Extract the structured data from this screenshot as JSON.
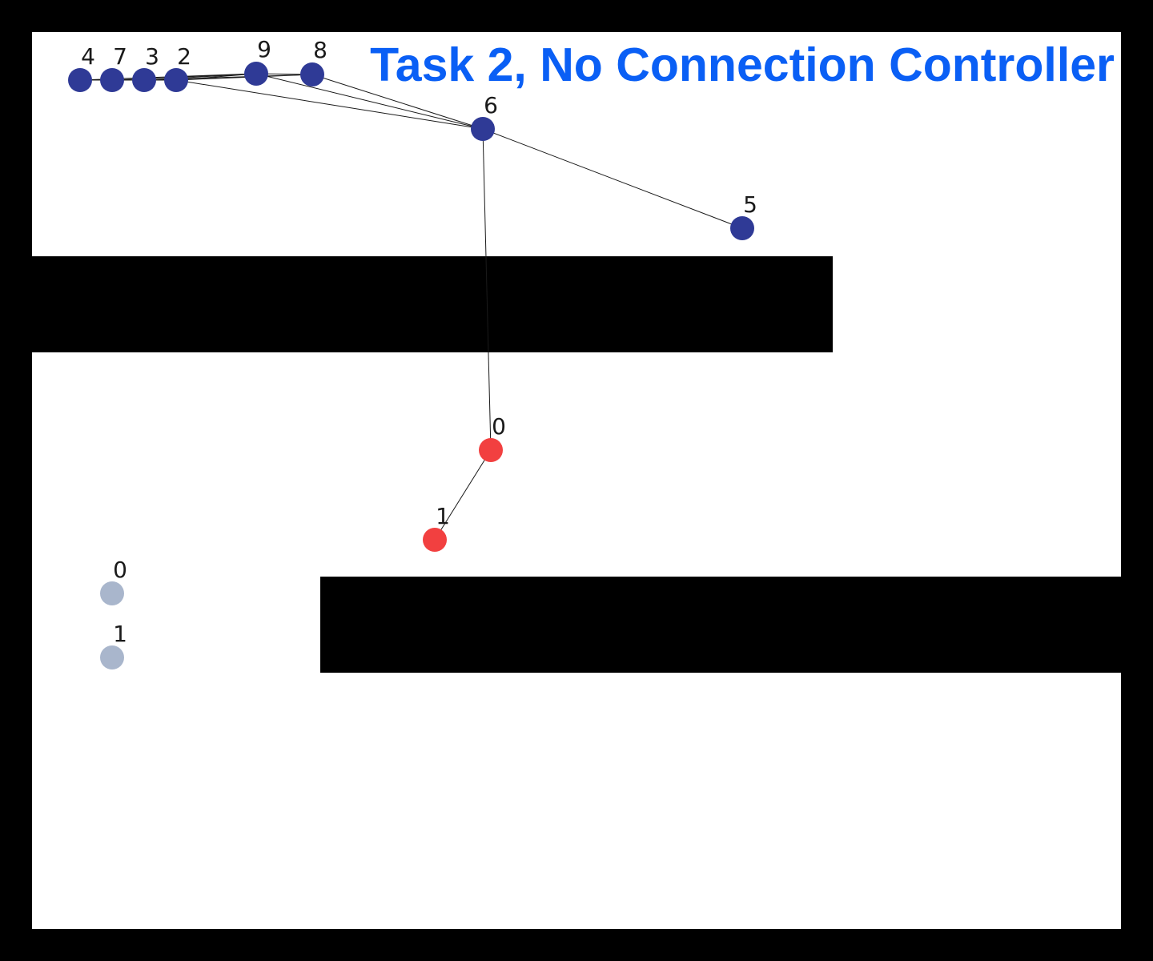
{
  "title": "Task 2, No Connection Controller",
  "colors": {
    "title": "#0a5ff5",
    "background": "#000000",
    "field": "#ffffff",
    "obstacle": "#000000",
    "robot": "#2f3a96",
    "leader": "#f24040",
    "goal": "#a9b6cc",
    "edge": "#1a1a1a"
  },
  "robots": [
    {
      "id": "r2",
      "label": "2"
    },
    {
      "id": "r3",
      "label": "3"
    },
    {
      "id": "r4",
      "label": "4"
    },
    {
      "id": "r5",
      "label": "5"
    },
    {
      "id": "r6",
      "label": "6"
    },
    {
      "id": "r7",
      "label": "7"
    },
    {
      "id": "r8",
      "label": "8"
    },
    {
      "id": "r9",
      "label": "9"
    }
  ],
  "leaders": [
    {
      "id": "l0",
      "label": "0"
    },
    {
      "id": "l1",
      "label": "1"
    }
  ],
  "goals": [
    {
      "id": "g0",
      "label": "0"
    },
    {
      "id": "g1",
      "label": "1"
    }
  ],
  "edges": [
    [
      "r4",
      "r7"
    ],
    [
      "r7",
      "r3"
    ],
    [
      "r3",
      "r2"
    ],
    [
      "r4",
      "r2"
    ],
    [
      "r4",
      "r9"
    ],
    [
      "r7",
      "r9"
    ],
    [
      "r3",
      "r9"
    ],
    [
      "r2",
      "r9"
    ],
    [
      "r2",
      "r8"
    ],
    [
      "r3",
      "r8"
    ],
    [
      "r9",
      "r8"
    ],
    [
      "r2",
      "r6"
    ],
    [
      "r9",
      "r6"
    ],
    [
      "r8",
      "r6"
    ],
    [
      "r6",
      "r5"
    ],
    [
      "r6",
      "l0"
    ],
    [
      "l0",
      "l1"
    ]
  ]
}
